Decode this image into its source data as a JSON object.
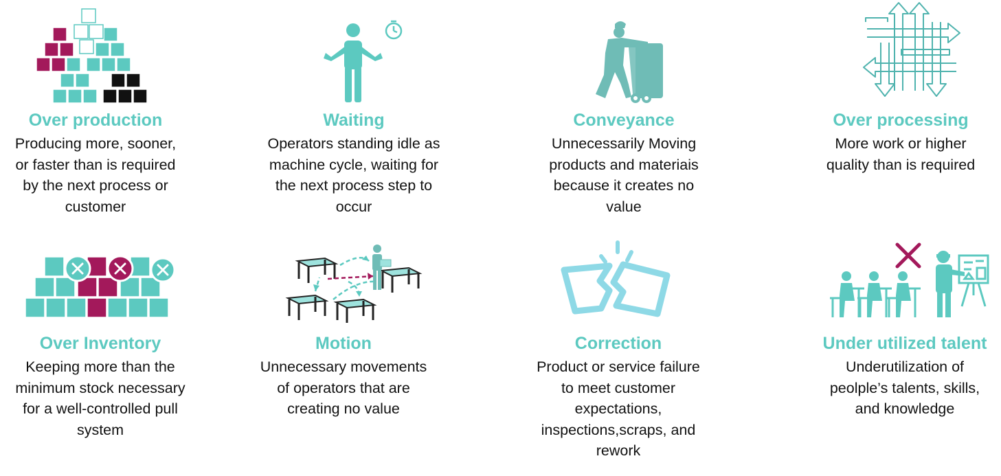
{
  "colors": {
    "teal": "#5cc9c0",
    "magenta": "#a3195b",
    "black": "#111111"
  },
  "items": [
    {
      "title": "Over production",
      "desc": [
        "Producing more, sooner,",
        "or faster than is required",
        "by the next process or",
        "customer"
      ],
      "icon": "stacked-boxes-icon"
    },
    {
      "title": "Waiting",
      "desc": [
        "Operators standing idle as",
        "machine cycle, waiting for",
        "the next process step to",
        "occur"
      ],
      "icon": "waiting-person-stopwatch-icon"
    },
    {
      "title": "Conveyance",
      "desc": [
        "Unnecessarily Moving",
        "products and materiais",
        "because it creates no",
        "value"
      ],
      "icon": "hand-truck-worker-icon"
    },
    {
      "title": "Over processing",
      "desc": [
        "More work or higher",
        "quality than is required"
      ],
      "icon": "tangled-arrows-icon"
    },
    {
      "title": "Over Inventory",
      "desc": [
        "Keeping more than the",
        "minimum stock necessary",
        "for a well-controlled pull",
        "system"
      ],
      "icon": "inventory-boxes-x-icon"
    },
    {
      "title": "Motion",
      "desc": [
        "Unnecessary movements",
        "of operators that are",
        "creating no value"
      ],
      "icon": "tables-movement-icon"
    },
    {
      "title": "Correction",
      "desc": [
        "Product or service failure",
        "to meet customer",
        "expectations,",
        "inspections,scraps, and",
        "rework"
      ],
      "icon": "broken-square-icon"
    },
    {
      "title": "Under utilized talent",
      "desc": [
        "Underutilization of",
        "peolple’s talents, skills,",
        "and knowledge"
      ],
      "icon": "idle-classroom-icon"
    }
  ]
}
